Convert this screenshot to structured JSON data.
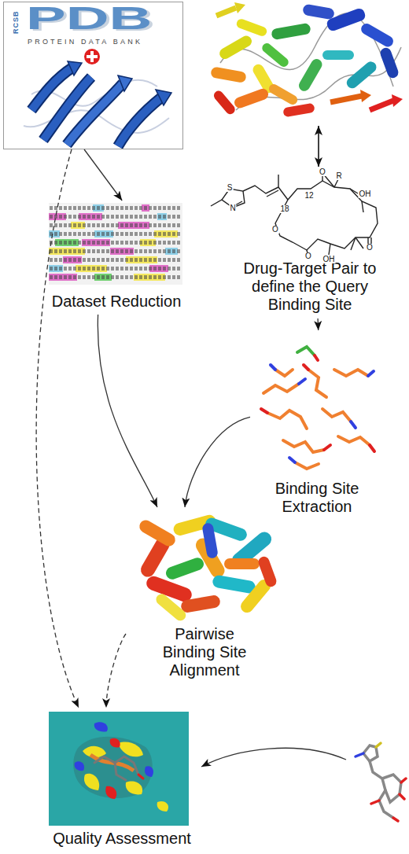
{
  "diagram": {
    "nodes": [
      {
        "text": [
          "RCSB",
          "PDB",
          "PROTEIN DATA BANK"
        ]
      },
      {
        "text": [
          "Dataset Reduction"
        ]
      },
      {
        "text": [
          "Drug-Target Pair to define the Query Binding Site"
        ]
      },
      {
        "text": [
          "Binding Site Extraction"
        ]
      },
      {
        "text": [
          "Pairwise Binding Site Alignment"
        ]
      },
      {
        "text": [
          "Quality Assessment"
        ]
      }
    ],
    "edges": [
      {
        "from": 0,
        "to": 1,
        "arrow": "to"
      },
      {
        "from": 0,
        "to": 5,
        "arrow": "to"
      },
      {
        "from": 2,
        "to": 3,
        "arrow": "to"
      },
      {
        "from": 1,
        "to": 4,
        "arrow": "to"
      },
      {
        "from": 3,
        "to": 4,
        "arrow": "to"
      },
      {
        "from": 4,
        "to": 5,
        "arrow": "to"
      }
    ],
    "labels": [
      "S",
      "N",
      "O",
      "R",
      "12",
      "18",
      "OH",
      "O",
      "OH",
      "O",
      "O"
    ]
  }
}
